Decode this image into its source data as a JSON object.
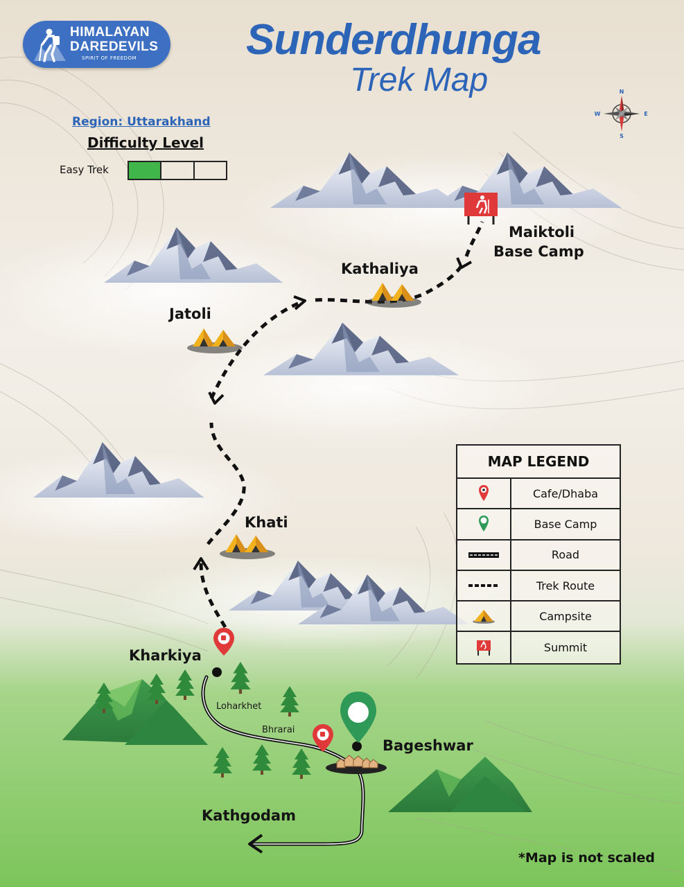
{
  "logo": {
    "line1": "HIMALAYAN",
    "line2": "DAREDEVILS",
    "tagline": "SPIRIT OF FREEDOM"
  },
  "title": "Sunderdhunga",
  "subtitle": "Trek Map",
  "compass": {
    "n": "N",
    "s": "S",
    "e": "E",
    "w": "W"
  },
  "region": "Region: Uttarakhand",
  "difficulty": {
    "heading": "Difficulty Level",
    "label": "Easy Trek",
    "filled": 1,
    "total": 3,
    "fill_color": "#3fb54a"
  },
  "places": {
    "maiktoli_line1": "Maiktoli",
    "maiktoli_line2": "Base Camp",
    "kathaliya": "Kathaliya",
    "jatoli": "Jatoli",
    "khati": "Khati",
    "kharkiya": "Kharkiya",
    "loharkhet": "Loharkhet",
    "bhrarai": "Bhrarai",
    "bageshwar": "Bageshwar",
    "kathgodam": "Kathgodam"
  },
  "legend": {
    "title": "MAP LEGEND",
    "items": [
      {
        "icon": "cafe-pin-icon",
        "label": "Cafe/Dhaba"
      },
      {
        "icon": "base-camp-pin-icon",
        "label": "Base Camp"
      },
      {
        "icon": "road-icon",
        "label": "Road"
      },
      {
        "icon": "trek-route-icon",
        "label": "Trek Route"
      },
      {
        "icon": "campsite-tent-icon",
        "label": "Campsite"
      },
      {
        "icon": "summit-flag-icon",
        "label": "Summit"
      }
    ]
  },
  "note": "*Map is not scaled",
  "colors": {
    "title_blue": "#2c64b8",
    "logo_blue": "#3d70c2",
    "grass_green": "#7cc55a",
    "cafe_red": "#e0393a",
    "base_camp_green": "#2f9a57",
    "summit_red": "#e0393a",
    "tent_yellow": "#f2b21d"
  }
}
